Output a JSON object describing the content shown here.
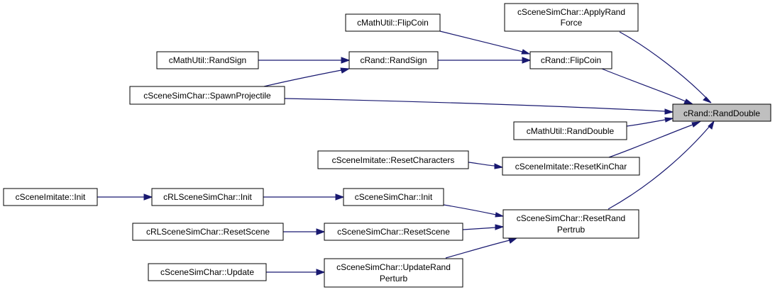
{
  "graph": {
    "colors": {
      "edge": "#191970",
      "root_fill": "#bfbfbf",
      "node_fill": "#ffffff",
      "border": "#000000"
    },
    "nodes": {
      "randdouble": {
        "lines": [
          "cRand::RandDouble"
        ],
        "root": true
      },
      "applyrandforce": {
        "lines": [
          "cSceneSimChar::ApplyRand",
          "Force"
        ]
      },
      "flipcoin_util": {
        "lines": [
          "cMathUtil::FlipCoin"
        ]
      },
      "flipcoin": {
        "lines": [
          "cRand::FlipCoin"
        ]
      },
      "randsign_util": {
        "lines": [
          "cMathUtil::RandSign"
        ]
      },
      "randsign": {
        "lines": [
          "cRand::RandSign"
        ]
      },
      "spawnprojectile": {
        "lines": [
          "cSceneSimChar::SpawnProjectile"
        ]
      },
      "randdouble_util": {
        "lines": [
          "cMathUtil::RandDouble"
        ]
      },
      "resetcharacters": {
        "lines": [
          "cSceneImitate::ResetCharacters"
        ]
      },
      "resetkinchar": {
        "lines": [
          "cSceneImitate::ResetKinChar"
        ]
      },
      "imitate_init": {
        "lines": [
          "cSceneImitate::Init"
        ]
      },
      "rl_init": {
        "lines": [
          "cRLSceneSimChar::Init"
        ]
      },
      "simchar_init": {
        "lines": [
          "cSceneSimChar::Init"
        ]
      },
      "resetrandpertrub": {
        "lines": [
          "cSceneSimChar::ResetRand",
          "Pertrub"
        ]
      },
      "rl_resetscene": {
        "lines": [
          "cRLSceneSimChar::ResetScene"
        ]
      },
      "simchar_resetscene": {
        "lines": [
          "cSceneSimChar::ResetScene"
        ]
      },
      "simchar_update": {
        "lines": [
          "cSceneSimChar::Update"
        ]
      },
      "updaterandperturb": {
        "lines": [
          "cSceneSimChar::UpdateRand",
          "Perturb"
        ]
      }
    },
    "edges": [
      {
        "from": "applyrandforce",
        "to": "randdouble"
      },
      {
        "from": "flipcoin_util",
        "to": "flipcoin"
      },
      {
        "from": "randsign",
        "to": "flipcoin"
      },
      {
        "from": "flipcoin",
        "to": "randdouble"
      },
      {
        "from": "randsign_util",
        "to": "randsign"
      },
      {
        "from": "spawnprojectile",
        "to": "randsign"
      },
      {
        "from": "spawnprojectile",
        "to": "randdouble"
      },
      {
        "from": "randdouble_util",
        "to": "randdouble"
      },
      {
        "from": "resetkinchar",
        "to": "randdouble"
      },
      {
        "from": "resetcharacters",
        "to": "resetkinchar"
      },
      {
        "from": "resetrandpertrub",
        "to": "randdouble"
      },
      {
        "from": "imitate_init",
        "to": "rl_init"
      },
      {
        "from": "rl_init",
        "to": "simchar_init"
      },
      {
        "from": "simchar_init",
        "to": "resetrandpertrub"
      },
      {
        "from": "rl_resetscene",
        "to": "simchar_resetscene"
      },
      {
        "from": "simchar_resetscene",
        "to": "resetrandpertrub"
      },
      {
        "from": "simchar_update",
        "to": "updaterandperturb"
      },
      {
        "from": "updaterandperturb",
        "to": "resetrandpertrub"
      }
    ]
  }
}
